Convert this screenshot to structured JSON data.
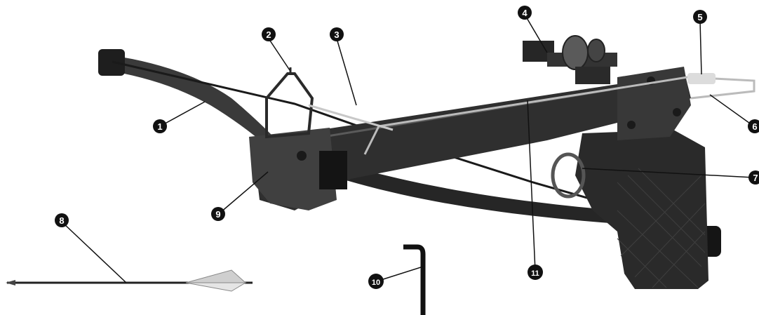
{
  "diagram": {
    "callouts": [
      {
        "number": "1"
      },
      {
        "number": "2"
      },
      {
        "number": "3"
      },
      {
        "number": "4"
      },
      {
        "number": "5"
      },
      {
        "number": "6"
      },
      {
        "number": "7"
      },
      {
        "number": "8"
      },
      {
        "number": "9"
      },
      {
        "number": "10"
      },
      {
        "number": "11"
      }
    ],
    "colors": {
      "callout_fill": "#111111",
      "callout_text": "#ffffff",
      "leader_line": "#111111",
      "body_dark": "#2b2b2b",
      "metal": "#c8c8c8"
    }
  }
}
